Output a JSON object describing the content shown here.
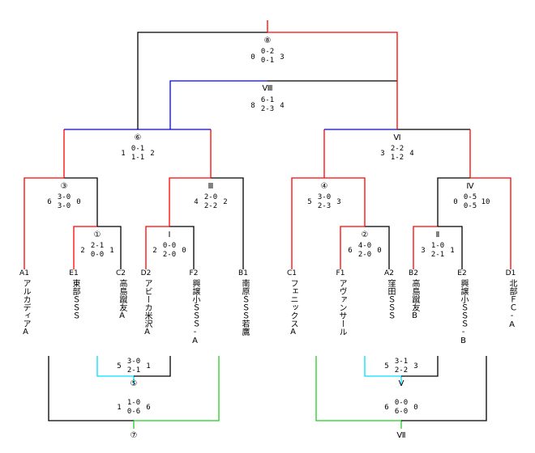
{
  "teams": [
    {
      "code": "A1",
      "name": "アルカディアA"
    },
    {
      "code": "E1",
      "name": "東部ＳＳＳ"
    },
    {
      "code": "C2",
      "name": "高島蹴友A"
    },
    {
      "code": "D2",
      "name": "アビーカ米沢A"
    },
    {
      "code": "F2",
      "name": "興譲小ＳＳＳ-A"
    },
    {
      "code": "B1",
      "name": "南原ＳＳＳ若鷹"
    },
    {
      "code": "C1",
      "name": "フェニックスA"
    },
    {
      "code": "F1",
      "name": "アヴァンサール"
    },
    {
      "code": "A2",
      "name": "窪田ＳＳＳ"
    },
    {
      "code": "B2",
      "name": "高島蹴友B"
    },
    {
      "code": "E2",
      "name": "興譲小ＳＳＳ-B"
    },
    {
      "code": "D1",
      "name": "北部ＦＣ-A"
    }
  ],
  "matches": {
    "m1": {
      "label": "①",
      "left": "2",
      "h1": "2-1",
      "h2": "0-0",
      "right": "1"
    },
    "m2": {
      "label": "②",
      "left": "6",
      "h1": "4-0",
      "h2": "2-0",
      "right": "0"
    },
    "m3": {
      "label": "③",
      "left": "6",
      "h1": "3-0",
      "h2": "3-0",
      "right": "0"
    },
    "m4": {
      "label": "④",
      "left": "5",
      "h1": "3-0",
      "h2": "2-3",
      "right": "3"
    },
    "m6": {
      "label": "⑥",
      "left": "1",
      "h1": "0-1",
      "h2": "1-1",
      "right": "2"
    },
    "m8": {
      "label": "⑧",
      "left": "0",
      "h1": "0-2",
      "h2": "0-1",
      "right": "3"
    },
    "mI": {
      "label": "Ⅰ",
      "left": "2",
      "h1": "0-0",
      "h2": "2-0",
      "right": "0"
    },
    "mII": {
      "label": "Ⅱ",
      "left": "3",
      "h1": "1-0",
      "h2": "2-1",
      "right": "1"
    },
    "mIII": {
      "label": "Ⅲ",
      "left": "4",
      "h1": "2-0",
      "h2": "2-2",
      "right": "2"
    },
    "mIV": {
      "label": "Ⅳ",
      "left": "0",
      "h1": "0-5",
      "h2": "0-5",
      "right": "10"
    },
    "mVI": {
      "label": "Ⅵ",
      "left": "3",
      "h1": "2-2",
      "h2": "1-2",
      "right": "4"
    },
    "mVIII": {
      "label": "Ⅷ",
      "left": "8",
      "h1": "6-1",
      "h2": "2-3",
      "right": "4"
    },
    "m5": {
      "label": "⑤",
      "left": "5",
      "h1": "3-0",
      "h2": "2-1",
      "right": "1"
    },
    "m7": {
      "label": "⑦",
      "left": "1",
      "h1": "1-0",
      "h2": "0-6",
      "right": "6"
    },
    "mV": {
      "label": "Ⅴ",
      "left": "5",
      "h1": "3-1",
      "h2": "2-2",
      "right": "3"
    },
    "mVII": {
      "label": "Ⅶ",
      "left": "6",
      "h1": "0-0",
      "h2": "6-0",
      "right": "0"
    }
  },
  "colors": {
    "win": "#ff0000",
    "blue": "#0000ff",
    "cyan": "#00e0ff",
    "green": "#22cc22",
    "line": "#000000"
  }
}
